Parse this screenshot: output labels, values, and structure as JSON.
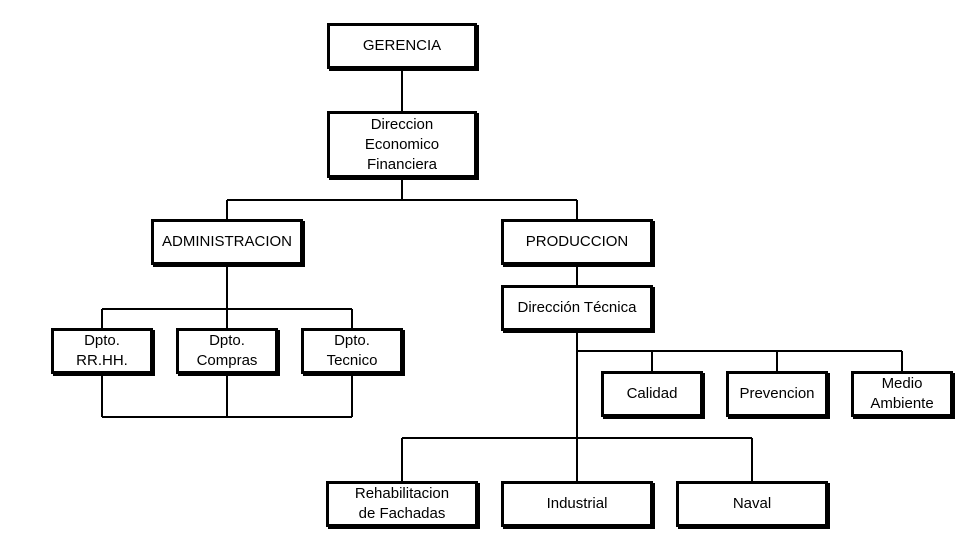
{
  "org_chart": {
    "gerencia": "GERENCIA",
    "direccion_economica": "Direccion\nEconomico\nFinanciera",
    "administracion": "ADMINISTRACION",
    "produccion": "PRODUCCION",
    "dpto_rrhh": "Dpto.\nRR.HH.",
    "dpto_compras": "Dpto.\nCompras",
    "dpto_tecnico": "Dpto.\nTecnico",
    "direccion_tecnica": "Dirección Técnica",
    "calidad": "Calidad",
    "prevencion": "Prevencion",
    "medio_ambiente": "Medio\nAmbiente",
    "rehabilitacion": "Rehabilitacion\nde Fachadas",
    "industrial": "Industrial",
    "naval": "Naval"
  },
  "colors": {
    "line": "#000000",
    "box_border": "#000000",
    "background": "#ffffff"
  }
}
